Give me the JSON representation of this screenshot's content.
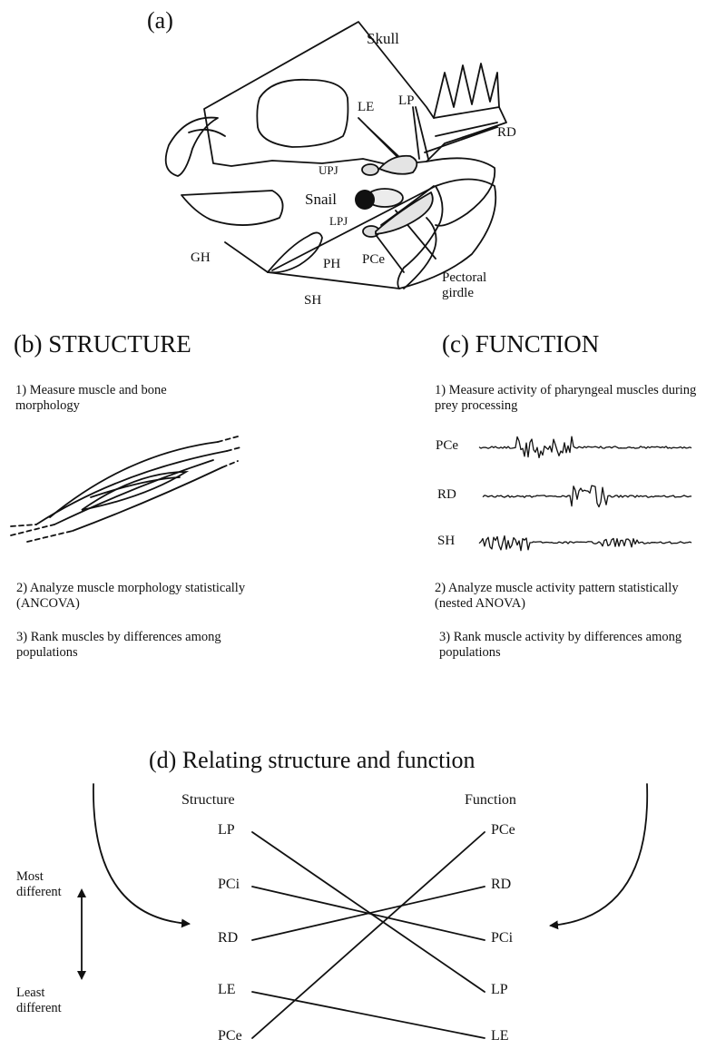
{
  "panel_a": {
    "label": "(a)",
    "labels": {
      "skull": "Skull",
      "lp": "LP",
      "le": "LE",
      "rd": "RD",
      "upj": "UPJ",
      "snail": "Snail",
      "lpj": "LPJ",
      "gh": "GH",
      "ph": "PH",
      "pce": "PCe",
      "sh": "SH",
      "pectoral": "Pectoral",
      "girdle": "girdle"
    }
  },
  "panel_b": {
    "title": "(b) STRUCTURE",
    "step1": "1) Measure muscle and bone morphology",
    "step2": "2) Analyze muscle morphology statistically (ANCOVA)",
    "step3": "3) Rank muscles by differences among populations"
  },
  "panel_c": {
    "title": "(c) FUNCTION",
    "step1": "1) Measure activity of pharyngeal muscles during prey processing",
    "traces": [
      "PCe",
      "RD",
      "SH"
    ],
    "step2": "2) Analyze muscle activity pattern statistically (nested ANOVA)",
    "step3": "3) Rank muscle activity by differences among populations"
  },
  "panel_d": {
    "title": "(d) Relating structure and function",
    "structure_header": "Structure",
    "function_header": "Function",
    "most_different": "Most different",
    "least_different": "Least different",
    "structure_ranking": [
      "LP",
      "PCi",
      "RD",
      "LE",
      "PCe"
    ],
    "function_ranking": [
      "PCe",
      "RD",
      "PCi",
      "LP",
      "LE"
    ]
  }
}
